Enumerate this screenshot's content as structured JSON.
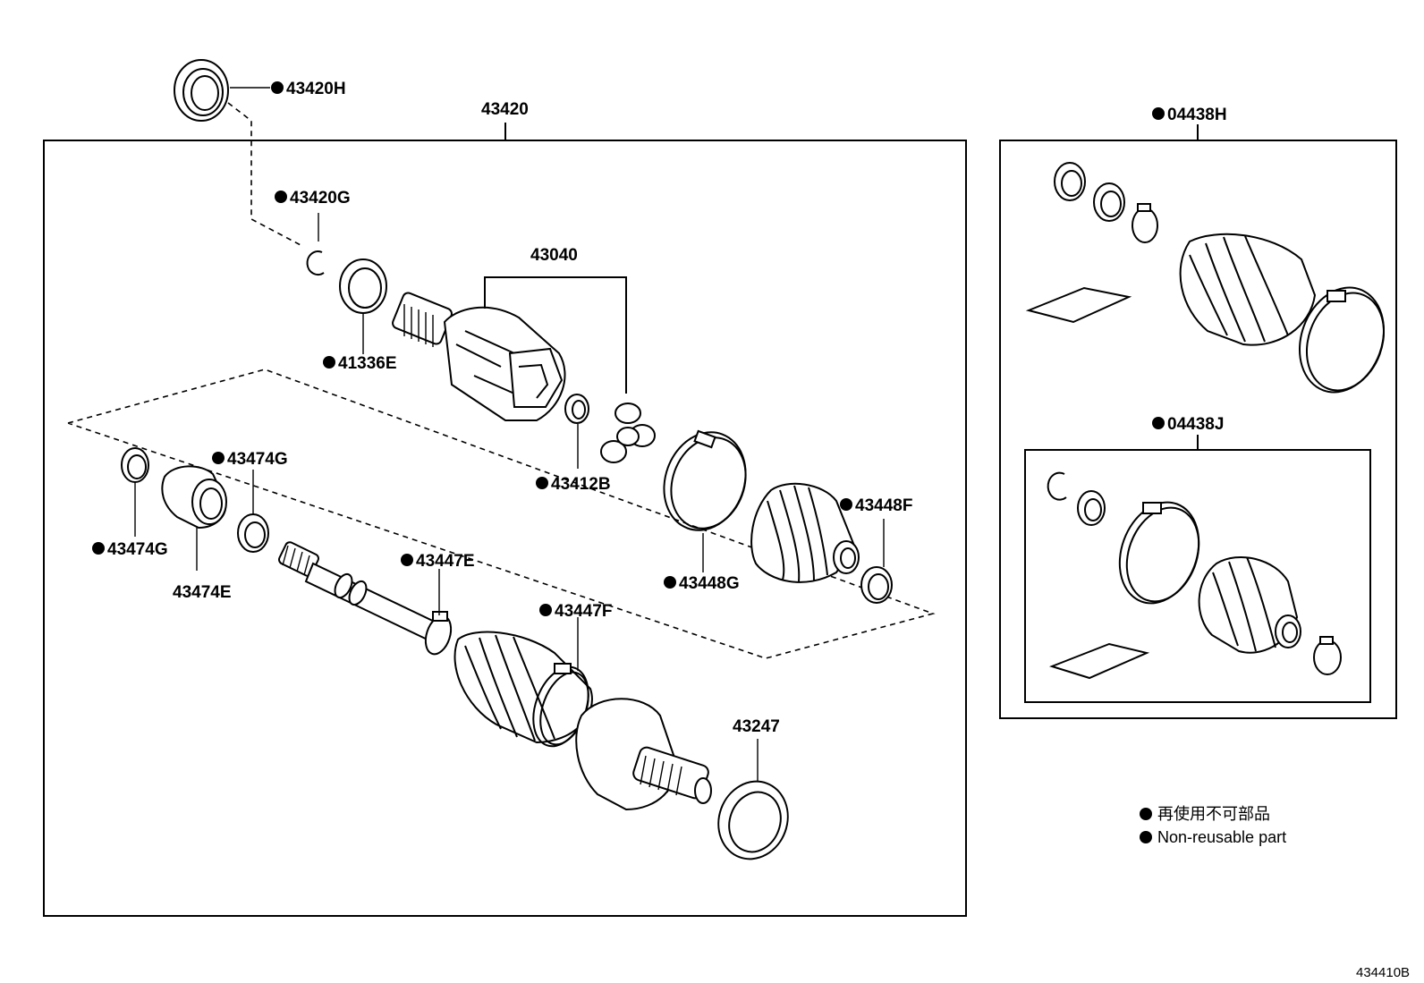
{
  "diagram": {
    "assembly_label": "43420",
    "ref_code": "434410B",
    "labels": {
      "p43420H": "43420H",
      "p43420G": "43420G",
      "p41336E": "41336E",
      "p43040": "43040",
      "p43412B": "43412B",
      "p43474G_top": "43474G",
      "p43474G_left": "43474G",
      "p43474E": "43474E",
      "p43447E": "43447E",
      "p43447F": "43447F",
      "p43448F": "43448F",
      "p43448G": "43448G",
      "p43247": "43247",
      "p04438H": "04438H",
      "p04438J": "04438J"
    },
    "legend": {
      "line1": "再使用不可部品",
      "line2": "Non-reusable part"
    }
  }
}
